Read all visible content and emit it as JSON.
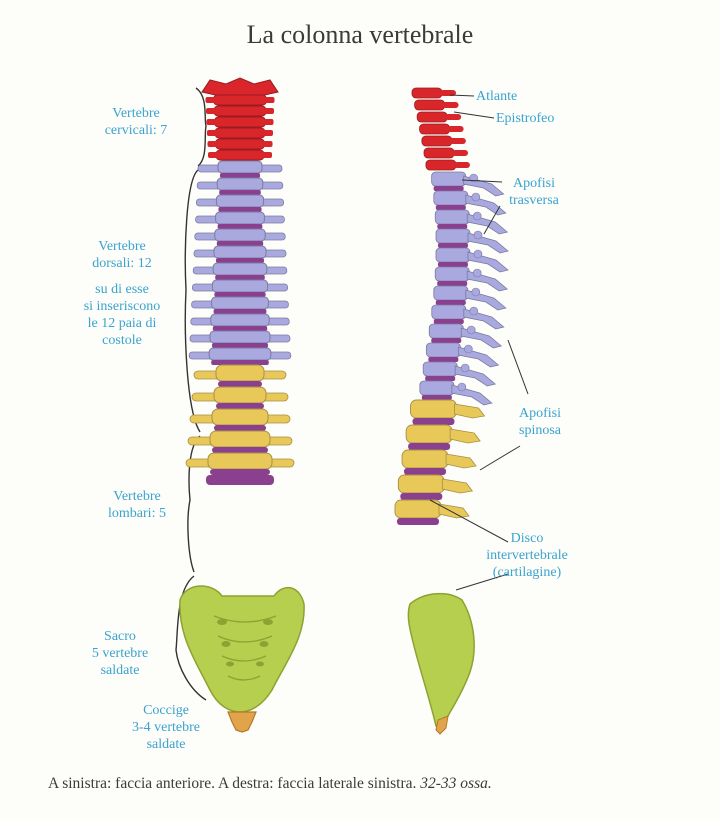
{
  "title": "La colonna vertebrale",
  "left_labels": {
    "cervical": [
      "Vertebre",
      "cervicali: 7"
    ],
    "dorsal": [
      "Vertebre",
      "dorsali: 12",
      "su di esse",
      "si inseriscono",
      "le 12 paia di",
      "costole"
    ],
    "lumbar": [
      "Vertebre",
      "lombari: 5"
    ],
    "sacrum": [
      "Sacro",
      "5 vertebre",
      "saldate"
    ],
    "coccyx": [
      "Coccige",
      "3-4 vertebre",
      "saldate"
    ]
  },
  "right_labels": {
    "atlas": "Atlante",
    "axis": "Epistrofeo",
    "transverse": [
      "Apofisi",
      "trasversa"
    ],
    "spinous": [
      "Apofisi",
      "spinosa"
    ],
    "disc": [
      "Disco",
      "intervertebrale",
      "(cartilagine)"
    ]
  },
  "caption": {
    "main": "A sinistra: faccia anteriore. A destra: faccia laterale sinistra.",
    "italic": "32-33 ossa."
  },
  "colors": {
    "cervical": "#d8262b",
    "dorsal": "#a9a9e0",
    "lumbar": "#e9c85a",
    "disc": "#8a3f8f",
    "sacrum": "#b6cf4e",
    "coccyx": "#e2a44a",
    "label": "#3aa3cf"
  }
}
